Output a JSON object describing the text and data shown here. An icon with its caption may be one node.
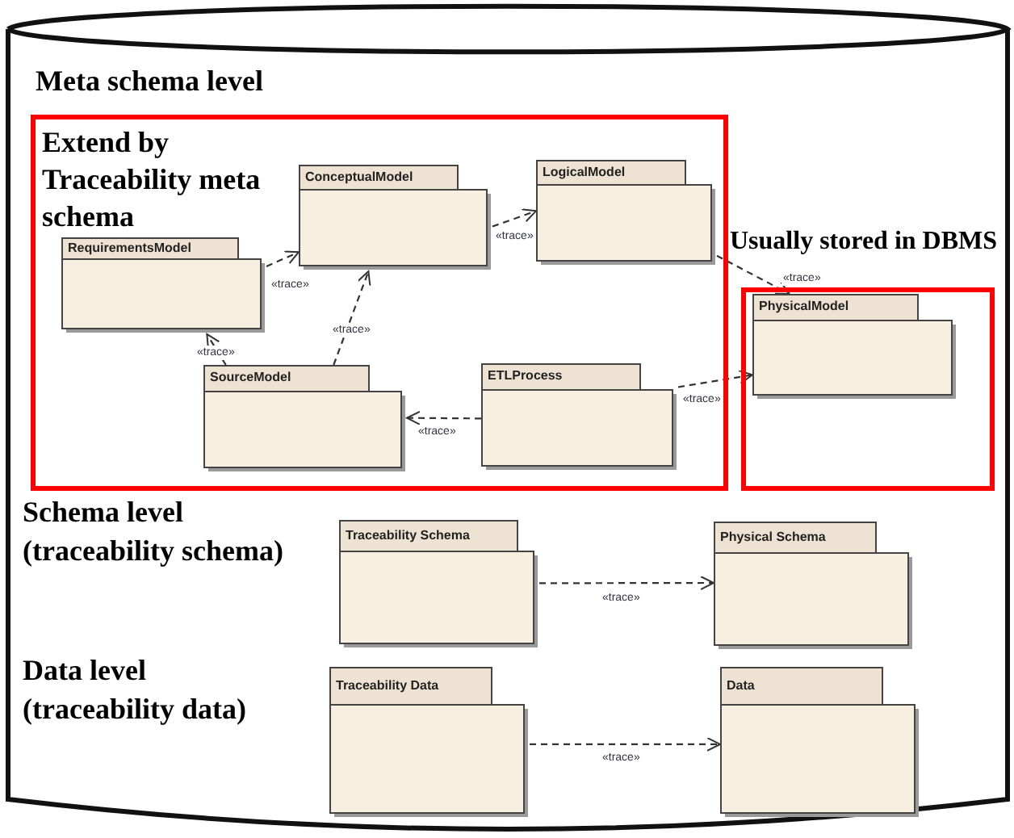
{
  "diagram": {
    "nodes": [
      {
        "text": [
          "Meta schema level",
          "Schema level (traceability schema)",
          "Data level (traceability data)"
        ]
      },
      {
        "text": [
          "Extend by Traceability meta schema"
        ],
        "in": 0
      },
      {
        "text": [
          "RequirementsModel"
        ],
        "in": 1
      },
      {
        "text": [
          "ConceptualModel"
        ],
        "in": 1
      },
      {
        "text": [
          "LogicalModel"
        ],
        "in": 1
      },
      {
        "text": [
          "SourceModel"
        ],
        "in": 1
      },
      {
        "text": [
          "ETLProcess"
        ],
        "in": 1
      },
      {
        "text": [
          "Usually stored in DBMS"
        ],
        "in": 0
      },
      {
        "text": [
          "PhysicalModel"
        ],
        "in": 7
      },
      {
        "text": [
          "Traceability Schema"
        ],
        "in": 0
      },
      {
        "text": [
          "Physical Schema"
        ],
        "in": 0
      },
      {
        "text": [
          "Traceability Data"
        ],
        "in": 0
      },
      {
        "text": [
          "Data"
        ],
        "in": 0
      }
    ],
    "edges": [
      {
        "from": 2,
        "to": 3,
        "arrow": "to",
        "label": "«trace»",
        "style": "dashed"
      },
      {
        "from": 3,
        "to": 4,
        "arrow": "to",
        "label": "«trace»",
        "style": "dashed"
      },
      {
        "from": 4,
        "to": 8,
        "arrow": "to",
        "label": "«trace»",
        "style": "dashed"
      },
      {
        "from": 5,
        "to": 2,
        "arrow": "to",
        "label": "«trace»",
        "style": "dashed"
      },
      {
        "from": 5,
        "to": 3,
        "arrow": "to",
        "label": "«trace»",
        "style": "dashed"
      },
      {
        "from": 6,
        "to": 5,
        "arrow": "to",
        "label": "«trace»",
        "style": "dashed"
      },
      {
        "from": 6,
        "to": 8,
        "arrow": "to",
        "label": "«trace»",
        "style": "dashed"
      },
      {
        "from": 9,
        "to": 10,
        "arrow": "to",
        "label": "«trace»",
        "style": "dashed"
      },
      {
        "from": 11,
        "to": 12,
        "arrow": "to",
        "label": "«trace»",
        "style": "dashed"
      }
    ]
  }
}
